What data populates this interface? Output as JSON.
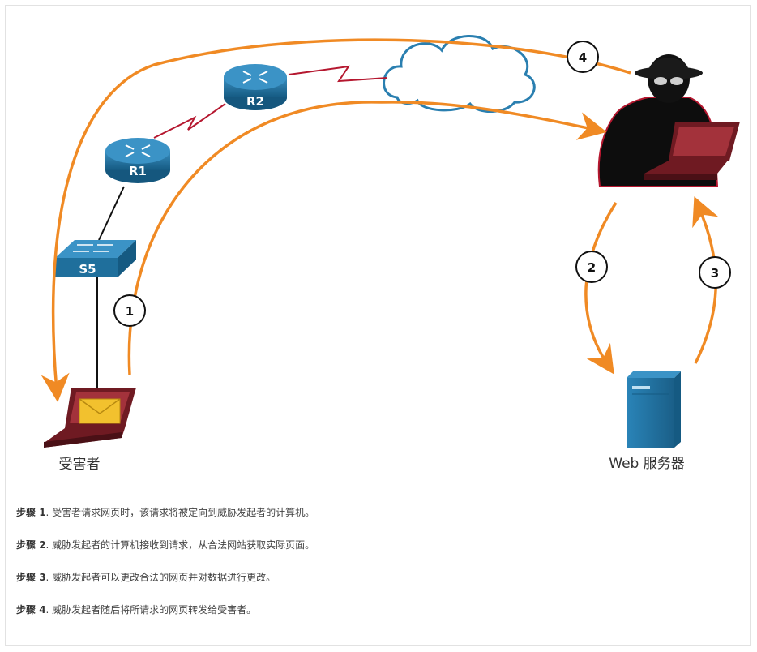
{
  "devices": {
    "router1": "R1",
    "router2": "R2",
    "switch": "S5",
    "victim_label": "受害者",
    "server_label": "Web 服务器"
  },
  "markers": [
    "1",
    "2",
    "3",
    "4"
  ],
  "steps": [
    {
      "prefix": "步骤 ",
      "num": "1",
      "text": ". 受害者请求网页时，该请求将被定向到威胁发起者的计算机。"
    },
    {
      "prefix": "步骤 ",
      "num": "2",
      "text": ". 威胁发起者的计算机接收到请求，从合法网站获取实际页面。"
    },
    {
      "prefix": "步骤 ",
      "num": "3",
      "text": ". 威胁发起者可以更改合法的网页并对数据进行更改。"
    },
    {
      "prefix": "步骤 ",
      "num": "4",
      "text": ". 威胁发起者随后将所请求的网页转发给受害者。"
    }
  ],
  "colors": {
    "arrow": "#f08a24",
    "device_blue": "#1f6f9c",
    "wan_link": "#b5172f",
    "cloud_stroke": "#2a7fb0",
    "laptop_red": "#7a1c24"
  }
}
